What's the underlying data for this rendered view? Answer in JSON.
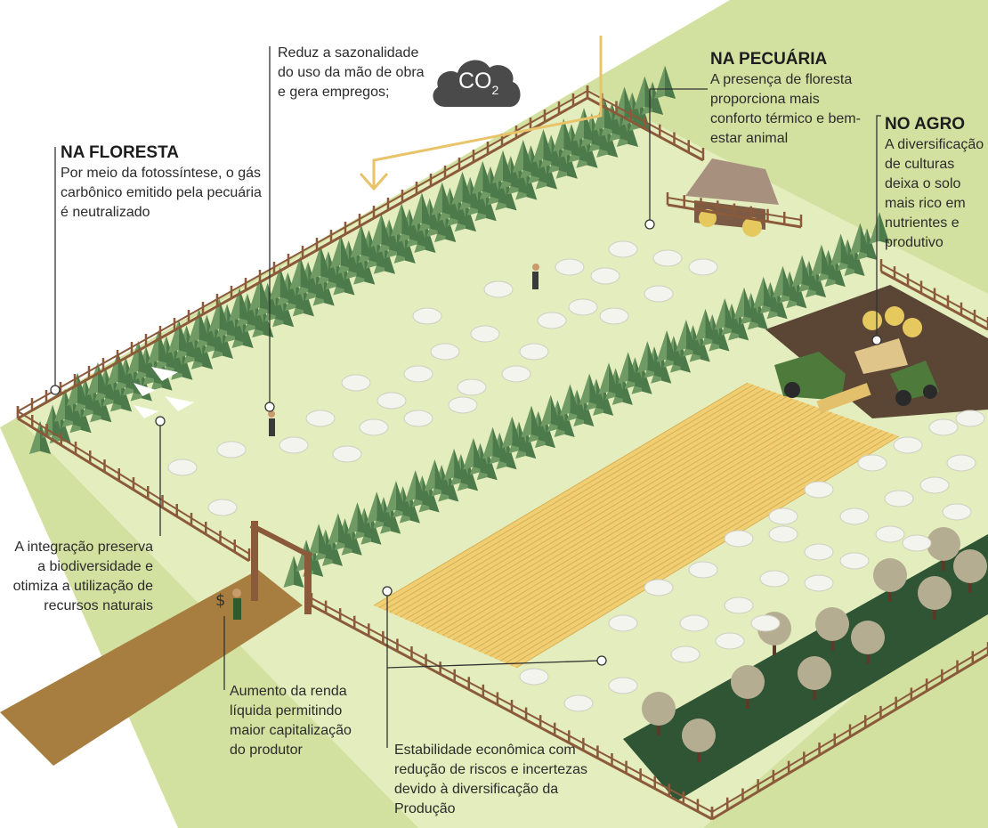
{
  "co2": {
    "main": "CO",
    "sub": "2"
  },
  "callouts": {
    "floresta": {
      "title": "NA FLORESTA",
      "text": "Por meio da fotossíntese, o gás carbônico emitido pela pecuária é neutralizado"
    },
    "sazonalidade": {
      "text": "Reduz a sazonalidade do uso da mão de obra e gera empregos;"
    },
    "pecuaria": {
      "title": "NA PECUÁRIA",
      "text": "A presença de floresta proporciona mais conforto térmico e bem-estar animal"
    },
    "agro": {
      "title": "NO AGRO",
      "text": "A diversificação de culturas deixa o solo mais rico em nutrientes e produtivo"
    },
    "integracao": {
      "text": "A integração preserva a biodiversidade e otimiza a utilização de recursos naturais"
    },
    "renda": {
      "text": "Aumento da renda líquida permitindo maior capitalização do produtor"
    },
    "estabilidade": {
      "text": "Estabilidade econômica com redução de riscos e incertezas devido à diversificação da Produção"
    }
  },
  "colors": {
    "grass": "#d6e3a6",
    "pasture": "#e6eec0",
    "tree_light": "#6f9a63",
    "tree_dark": "#4d7a4a",
    "crop": "#f0cf74",
    "soil": "#5b4636",
    "fence": "#8a5a3a",
    "arrow": "#e8c36a",
    "cloud": "#4a4a4a"
  }
}
